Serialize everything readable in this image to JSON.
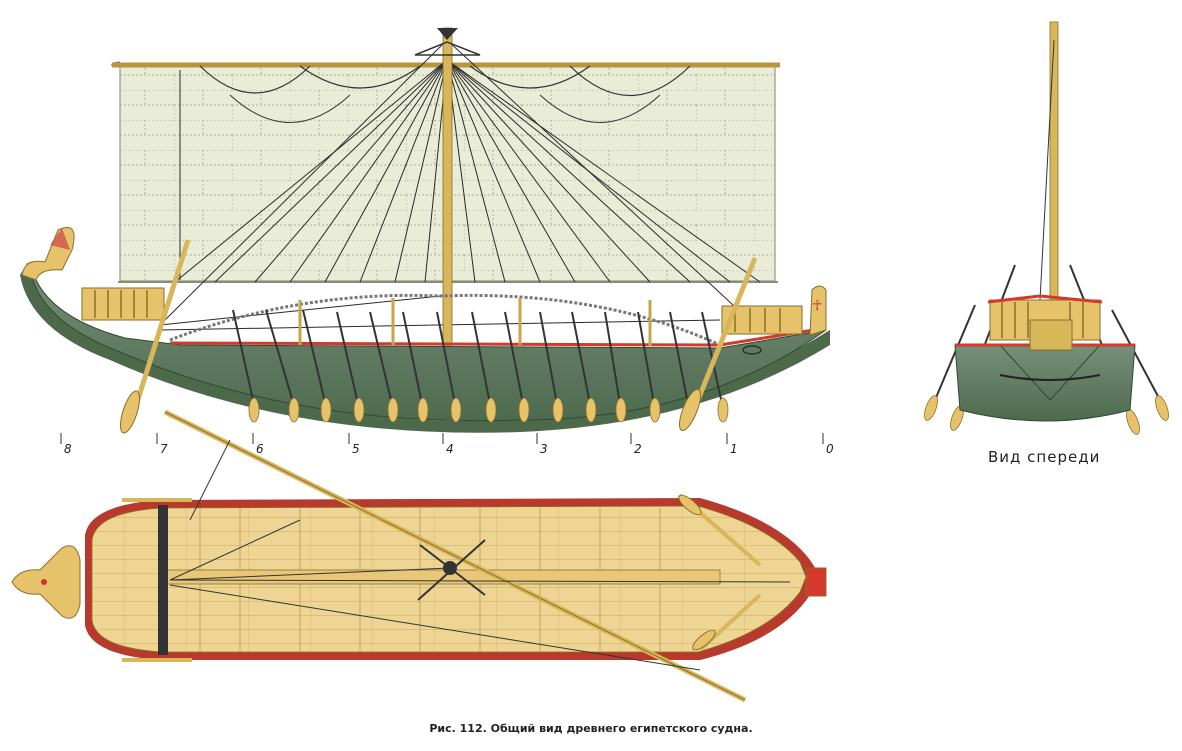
{
  "figure": {
    "front_view_label": "Вид спереди",
    "caption": "Рис. 112. Общий вид древнего египетского судна.",
    "scale_marks": [
      "8",
      "7",
      "6",
      "5",
      "4",
      "3",
      "2",
      "1",
      "0"
    ]
  },
  "colors": {
    "hull_green": "#5e7a5c",
    "hull_red_trim": "#d33a2c",
    "deck_yellow": "#efd594",
    "sail": "#e9ecd6",
    "wood": "#d8b65a",
    "rope": "#333333"
  }
}
